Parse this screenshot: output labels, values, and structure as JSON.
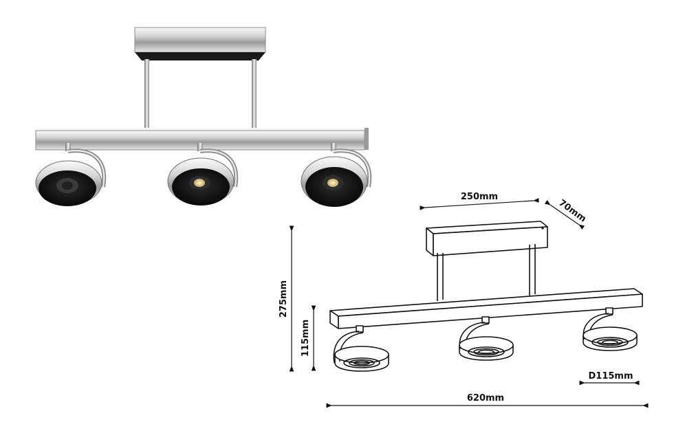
{
  "product_photo": {
    "finish": "chrome",
    "spotlight_count": 3
  },
  "line_drawing": {
    "dimensions": {
      "canopy_length": "250mm",
      "canopy_depth": "70mm",
      "total_height": "275mm",
      "head_height": "115mm",
      "head_diameter": "D115mm",
      "bar_length": "620mm"
    }
  },
  "colors": {
    "line": "#111111",
    "chrome_light": "#e9e9e9",
    "chrome_dark": "#7a7a7a",
    "lens_black": "#141414",
    "led_warm": "#f3dfae"
  }
}
